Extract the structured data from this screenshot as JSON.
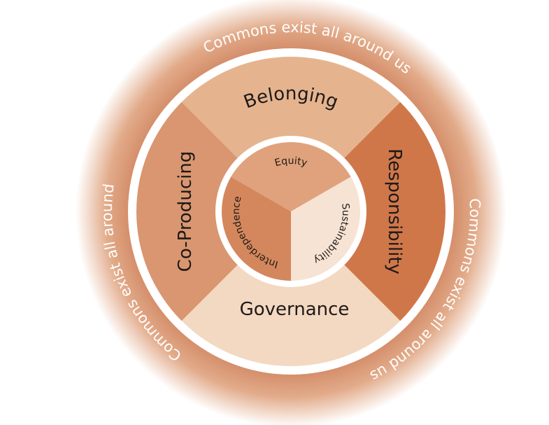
{
  "title": "Commons diagram",
  "outer_ring": {
    "top": "Commons exist all around us",
    "right": "Commons exist all around us",
    "left": "Commons exist all around"
  },
  "quadrants": {
    "top": "Belonging",
    "right": "Responsibility",
    "bottom": "Governance",
    "left": "Co-Producing"
  },
  "core": {
    "top": "Equity",
    "right": "Sustainability",
    "left": "Interdependence"
  },
  "colors": {
    "belonging": "#e5b48f",
    "responsibility": "#d0774a",
    "governance": "#f3d8c2",
    "co_producing": "#d99670",
    "equity": "#e0a27c",
    "sustainability": "#f6e3d3",
    "interdependence": "#d4875d",
    "halo": "#d38a63"
  }
}
